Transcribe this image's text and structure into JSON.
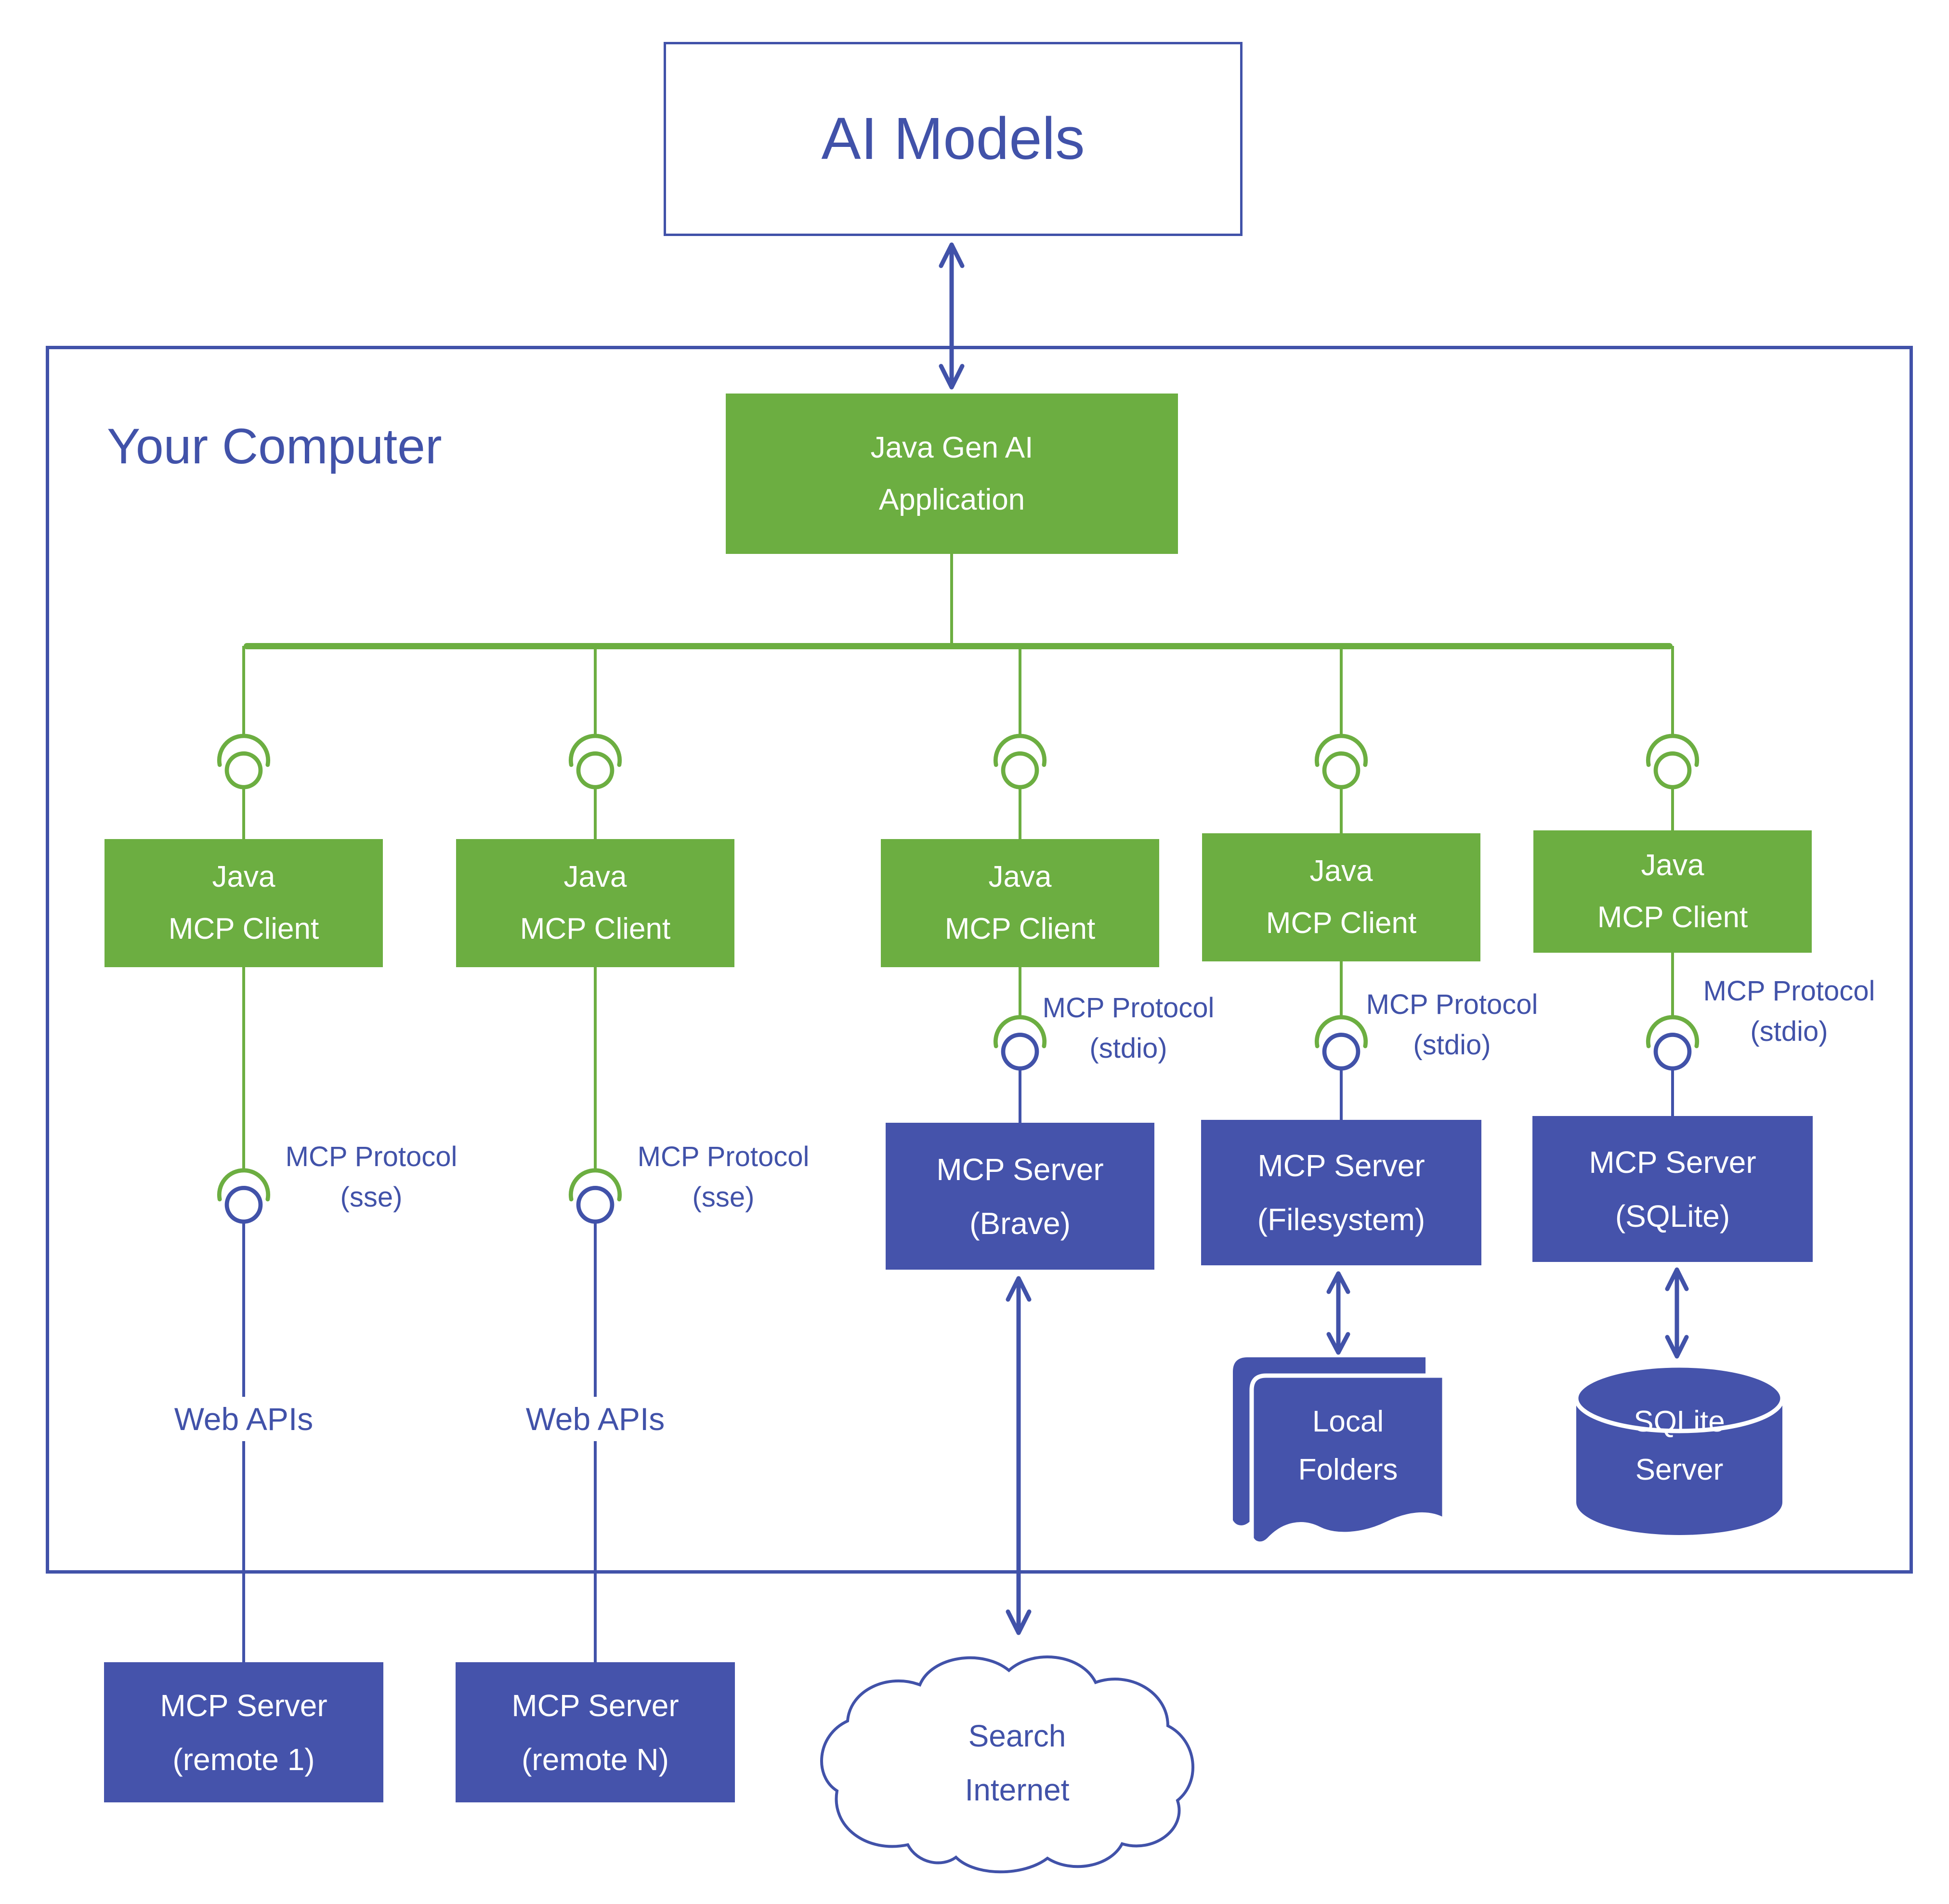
{
  "colors": {
    "green": "#6CAE41",
    "blue_fill": "#4553AB",
    "blue_line": "#4152A9"
  },
  "ai_models": {
    "label": "AI Models"
  },
  "computer": {
    "label": "Your Computer"
  },
  "app": {
    "line1": "Java Gen AI",
    "line2": "Application"
  },
  "clients": [
    {
      "line1": "Java",
      "line2": "MCP Client"
    },
    {
      "line1": "Java",
      "line2": "MCP Client"
    },
    {
      "line1": "Java",
      "line2": "MCP Client"
    },
    {
      "line1": "Java",
      "line2": "MCP Client"
    },
    {
      "line1": "Java",
      "line2": "MCP Client"
    }
  ],
  "protocol_labels": [
    {
      "line1": "MCP Protocol",
      "line2": "(sse)"
    },
    {
      "line1": "MCP Protocol",
      "line2": "(sse)"
    },
    {
      "line1": "MCP Protocol",
      "line2": "(stdio)"
    },
    {
      "line1": "MCP Protocol",
      "line2": "(stdio)"
    },
    {
      "line1": "MCP Protocol",
      "line2": "(stdio)"
    }
  ],
  "servers": [
    {
      "line1": "MCP Server",
      "line2": "(Brave)"
    },
    {
      "line1": "MCP Server",
      "line2": "(Filesystem)"
    },
    {
      "line1": "MCP Server",
      "line2": "(SQLite)"
    }
  ],
  "web_api_labels": [
    "Web APIs",
    "Web APIs"
  ],
  "remote_servers": [
    {
      "line1": "MCP Server",
      "line2": "(remote 1)"
    },
    {
      "line1": "MCP Server",
      "line2": "(remote N)"
    }
  ],
  "local_folders": {
    "line1": "Local",
    "line2": "Folders"
  },
  "sqlite_store": {
    "line1": "SQLite",
    "line2": "Server"
  },
  "cloud": {
    "line1": "Search",
    "line2": "Internet"
  }
}
